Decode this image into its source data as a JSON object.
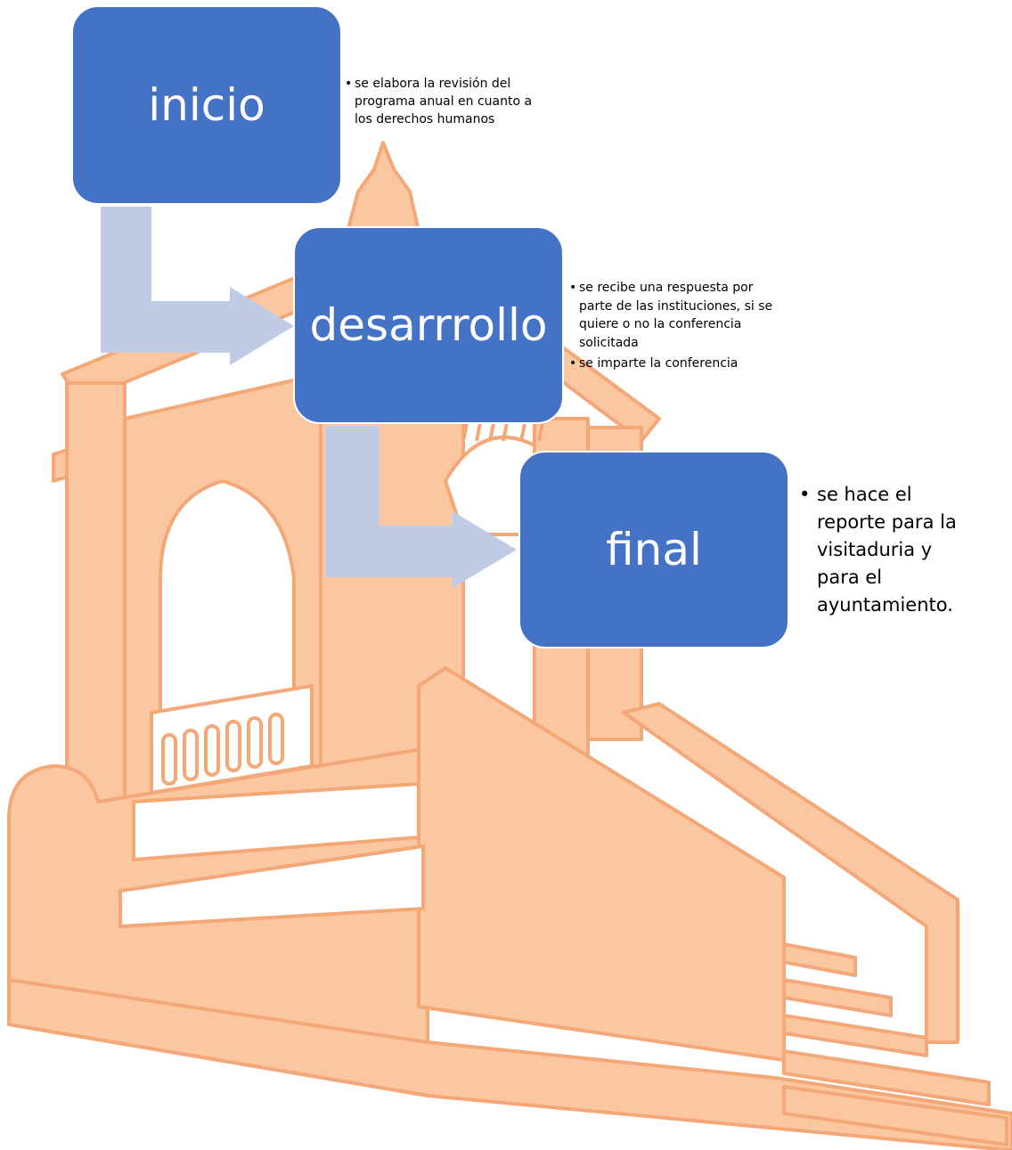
{
  "diagram": {
    "steps": [
      {
        "label": "inicio",
        "notes": [
          "se elabora la revisión del programa anual en cuanto a los derechos humanos"
        ]
      },
      {
        "label": "desarrrollo",
        "notes": [
          "se recibe una respuesta por parte de las instituciones, si se quiere o no la conferencia solicitada",
          "se imparte la conferencia"
        ]
      },
      {
        "label": "final",
        "notes": [
          "se hace el reporte para la visitaduria y para el ayuntamiento."
        ]
      }
    ]
  },
  "colors": {
    "box_fill": "#4472c4",
    "arrow_fill": "#c0cce6",
    "background_illustration": "#fbc7a0",
    "background_outline": "#f4a878"
  },
  "background": {
    "illustration": "building-staircase-watermark"
  }
}
